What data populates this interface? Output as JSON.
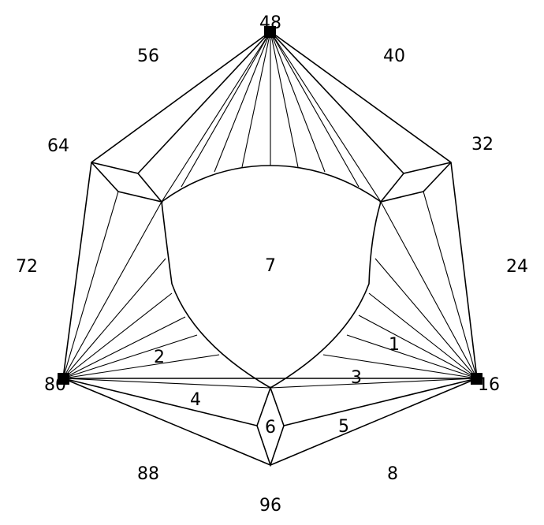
{
  "diagram": {
    "index_labels": {
      "i0": "48",
      "i1": "40",
      "i2": "32",
      "i3": "24",
      "i4": "16",
      "i5": "8",
      "i6": "96",
      "i7": "88",
      "i8": "80",
      "i9": "72",
      "i10": "64",
      "i11": "56"
    },
    "facet_labels": {
      "f1": "1",
      "f2": "2",
      "f3": "3",
      "f4": "4",
      "f5": "5",
      "f6": "6",
      "f7": "7"
    }
  }
}
